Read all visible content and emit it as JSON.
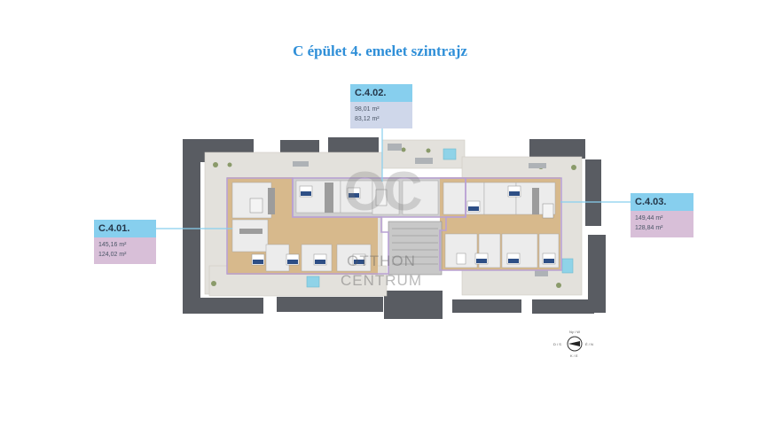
{
  "title": "C épület 4. emelet szintrajz",
  "apartments": [
    {
      "id": "C.4.01.",
      "area_total": "145,16 m²",
      "area_net": "124,02 m²"
    },
    {
      "id": "C.4.02.",
      "area_total": "98,01 m²",
      "area_net": "83,12 m²"
    },
    {
      "id": "C.4.03.",
      "area_total": "149,44 m²",
      "area_net": "128,84 m²"
    }
  ],
  "watermark": {
    "logo": "OC",
    "line1": "OTTHON",
    "line2": "CENTRUM"
  },
  "compass": {
    "top": "Ny / W",
    "left": "D / S",
    "right": "É / N",
    "bottom": "K / E"
  },
  "colors": {
    "title": "#2f8fd8",
    "label_header": "#87cfee",
    "label_body_purple": "#d8bfd8",
    "label_body_blue": "#cfd7ea",
    "apartment_outline": "#b9a1d4",
    "building_shadow": "#595c62",
    "terrace": "#e3e1dc",
    "floor_wood": "#d7b98c"
  }
}
